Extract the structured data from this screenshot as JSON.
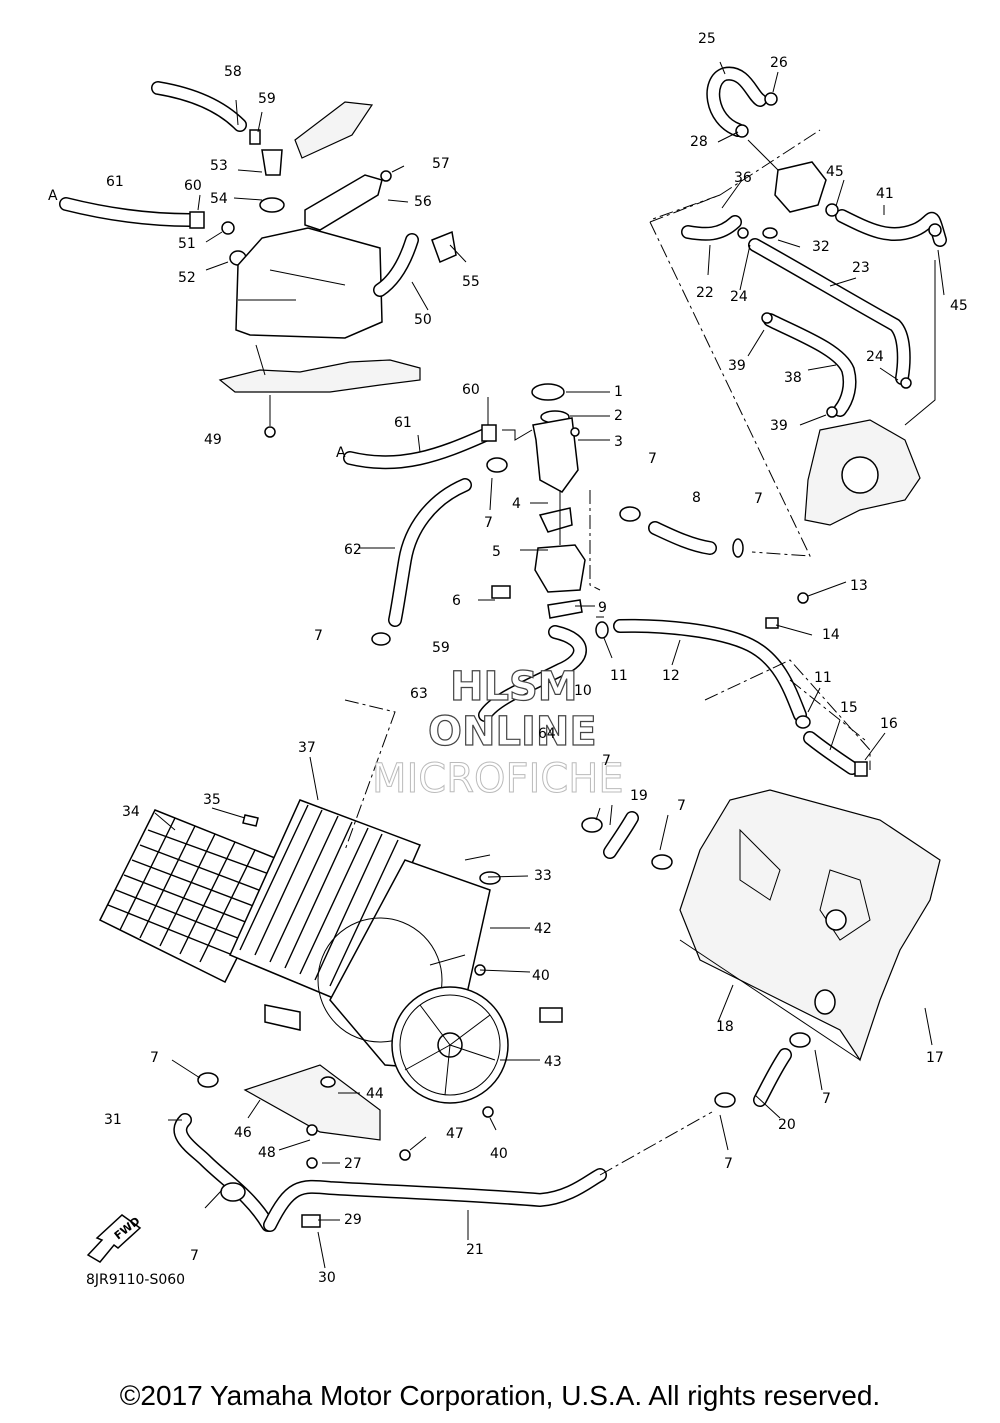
{
  "diagram": {
    "code": "8JR9110-S060",
    "fwd_label": "FWD",
    "ref_a_label": "A",
    "watermark": [
      "HLSM",
      "ONLINE",
      "MICROFICHE"
    ],
    "copyright": "©2017 Yamaha Motor Corporation, U.S.A. All rights reserved.",
    "callouts": [
      "1",
      "2",
      "3",
      "4",
      "5",
      "6",
      "7",
      "8",
      "9",
      "10",
      "11",
      "12",
      "13",
      "14",
      "15",
      "16",
      "17",
      "18",
      "19",
      "20",
      "21",
      "22",
      "23",
      "24",
      "25",
      "26",
      "27",
      "28",
      "29",
      "30",
      "31",
      "32",
      "33",
      "34",
      "35",
      "36",
      "37",
      "38",
      "39",
      "40",
      "41",
      "42",
      "43",
      "44",
      "45",
      "46",
      "47",
      "48",
      "49",
      "50",
      "51",
      "52",
      "53",
      "54",
      "55",
      "56",
      "57",
      "58",
      "59",
      "60",
      "61",
      "62",
      "63",
      "64"
    ]
  }
}
